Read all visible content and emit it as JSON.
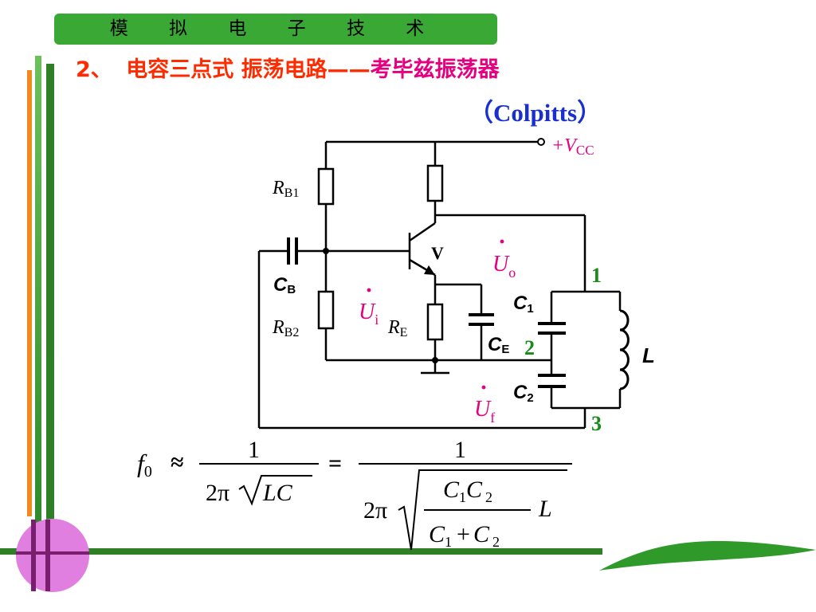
{
  "header": {
    "course_title": "模 拟 电 子 技 术"
  },
  "title": {
    "number": "2、",
    "main": "电容三点式 振荡电路",
    "dash": "——",
    "name": "考毕兹振荡器",
    "subtitle": "（Colpitts）"
  },
  "circuit": {
    "vcc_label": "+V",
    "vcc_sub": "CC",
    "rb1_label": "R",
    "rb1_sub": "B1",
    "rb2_label": "R",
    "rb2_sub": "B2",
    "cb_label": "C",
    "cb_sub": "B",
    "transistor_label": "V",
    "re_label": "R",
    "re_sub": "E",
    "ce_label": "C",
    "ce_sub": "E",
    "c1_label": "C",
    "c1_sub": "1",
    "c2_label": "C",
    "c2_sub": "2",
    "inductor_label": "L",
    "node_1": "1",
    "node_2": "2",
    "node_3": "3",
    "uo_label": "U",
    "uo_sub": "o",
    "ui_label": "U",
    "ui_sub": "i",
    "uf_label": "U",
    "uf_sub": "f",
    "dot": "·"
  },
  "formula": {
    "f": "f",
    "f_sub": "0",
    "approx": "≈",
    "one": "1",
    "two_pi": "2π",
    "lc": "LC",
    "equals": "=",
    "c": "C",
    "sub1": "1",
    "sub2": "2",
    "plus": "+",
    "l": "L"
  },
  "colors": {
    "green": "#3aa835",
    "red_title": "#ff2b00",
    "magenta": "#e4007f",
    "blue": "#1a2fd0",
    "node_green": "#1a8a1a",
    "circle_pink": "#e07fe0"
  }
}
